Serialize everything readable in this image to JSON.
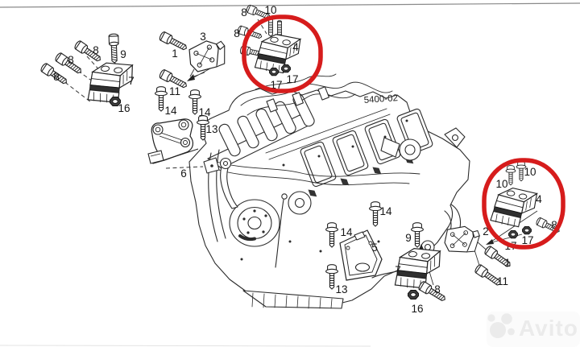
{
  "diagram": {
    "drawing_code": "5400-02",
    "highlight_color": "#d61c1c",
    "watermark": {
      "text": "Avito"
    },
    "labels": [
      {
        "text": "8"
      },
      {
        "text": "9"
      },
      {
        "text": "8"
      },
      {
        "text": "8"
      },
      {
        "text": "7"
      },
      {
        "text": "16"
      },
      {
        "text": "1"
      },
      {
        "text": "3"
      },
      {
        "text": "11"
      },
      {
        "text": "14"
      },
      {
        "text": "14"
      },
      {
        "text": "13"
      },
      {
        "text": "6"
      },
      {
        "text": "8"
      },
      {
        "text": "10"
      },
      {
        "text": "8"
      },
      {
        "text": "4"
      },
      {
        "text": "17"
      },
      {
        "text": "17"
      },
      {
        "text": "10"
      },
      {
        "text": "10"
      },
      {
        "text": "4"
      },
      {
        "text": "8"
      },
      {
        "text": "17"
      },
      {
        "text": "17"
      },
      {
        "text": "2"
      },
      {
        "text": "14"
      },
      {
        "text": "14"
      },
      {
        "text": "5"
      },
      {
        "text": "13"
      },
      {
        "text": "9"
      },
      {
        "text": "7"
      },
      {
        "text": "8"
      },
      {
        "text": "16"
      },
      {
        "text": "1"
      },
      {
        "text": "11"
      }
    ]
  }
}
